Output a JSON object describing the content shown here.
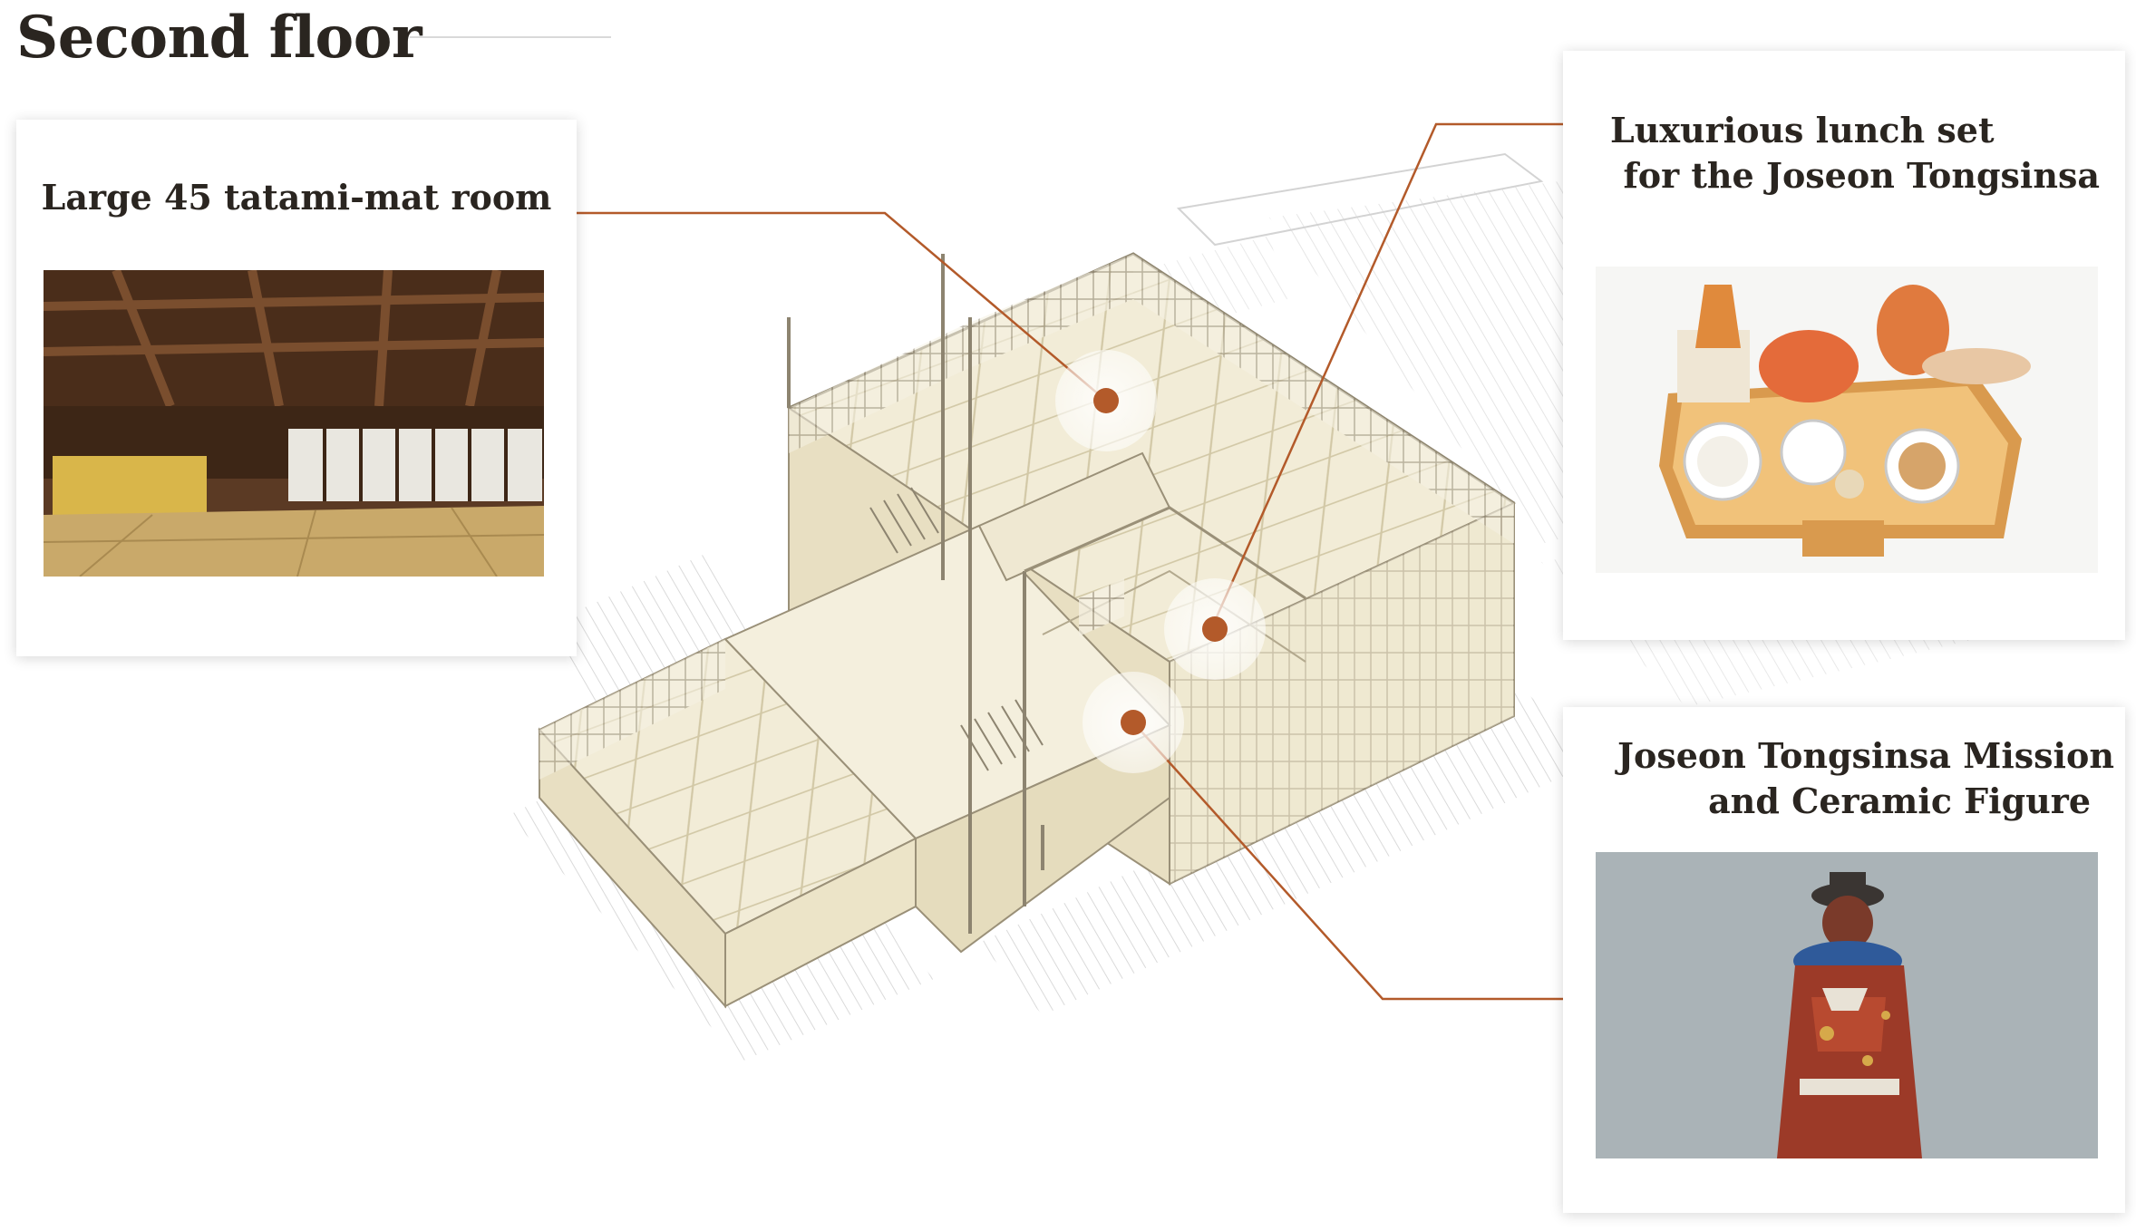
{
  "page": {
    "title": "Second floor"
  },
  "cards": {
    "tatami": {
      "title": "Large 45 tatami-mat room",
      "image_icon": "tatami-room-photo"
    },
    "lunch": {
      "title_line1": "Luxurious lunch set",
      "title_line2": "for the Joseon Tongsinsa",
      "image_icon": "lunch-tray-photo"
    },
    "mission": {
      "title_line1": "Joseon Tongsinsa Mission",
      "title_line2": "and Ceramic Figure",
      "image_icon": "ceramic-figure-photo"
    }
  },
  "colors": {
    "accent": "#b35a2a",
    "floor": "#eee7d0",
    "structure_line": "#9a9078",
    "hotspot_halo": "#ffffff"
  },
  "hotspots": [
    {
      "name": "tatami-room-hotspot",
      "label_ref": "cards.tatami.title"
    },
    {
      "name": "lunch-set-hotspot",
      "label_ref": "cards.lunch.title_line1"
    },
    {
      "name": "ceramic-figure-hotspot",
      "label_ref": "cards.mission.title_line1"
    }
  ]
}
